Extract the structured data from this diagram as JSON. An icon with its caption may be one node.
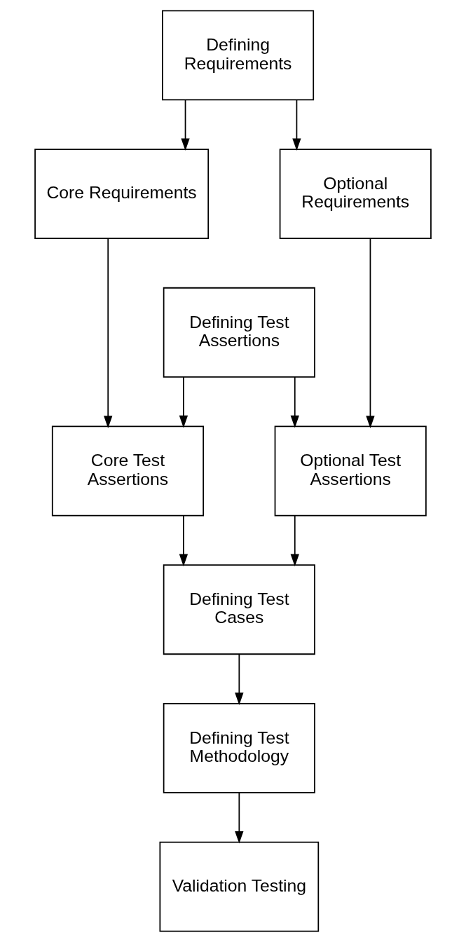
{
  "diagram": {
    "nodes": [
      {
        "text": [
          "Defining Requirements"
        ]
      },
      {
        "text": [
          "Core Requirements"
        ]
      },
      {
        "text": [
          "Optional Requirements"
        ]
      },
      {
        "text": [
          "Defining Test Assertions"
        ]
      },
      {
        "text": [
          "Core Test Assertions"
        ]
      },
      {
        "text": [
          "Optional Test Assertions"
        ]
      },
      {
        "text": [
          "Defining Test Cases"
        ]
      },
      {
        "text": [
          "Defining Test Methodology"
        ]
      },
      {
        "text": [
          "Validation Testing"
        ]
      }
    ],
    "edges": [
      {
        "from": 0,
        "to": 1,
        "arrow": "to"
      },
      {
        "from": 0,
        "to": 2,
        "arrow": "to"
      },
      {
        "from": 1,
        "to": 4,
        "arrow": "to"
      },
      {
        "from": 2,
        "to": 5,
        "arrow": "to"
      },
      {
        "from": 3,
        "to": 4,
        "arrow": "to"
      },
      {
        "from": 3,
        "to": 5,
        "arrow": "to"
      },
      {
        "from": 4,
        "to": 6,
        "arrow": "to"
      },
      {
        "from": 5,
        "to": 6,
        "arrow": "to"
      },
      {
        "from": 6,
        "to": 7,
        "arrow": "to"
      },
      {
        "from": 7,
        "to": 8,
        "arrow": "to"
      }
    ]
  }
}
